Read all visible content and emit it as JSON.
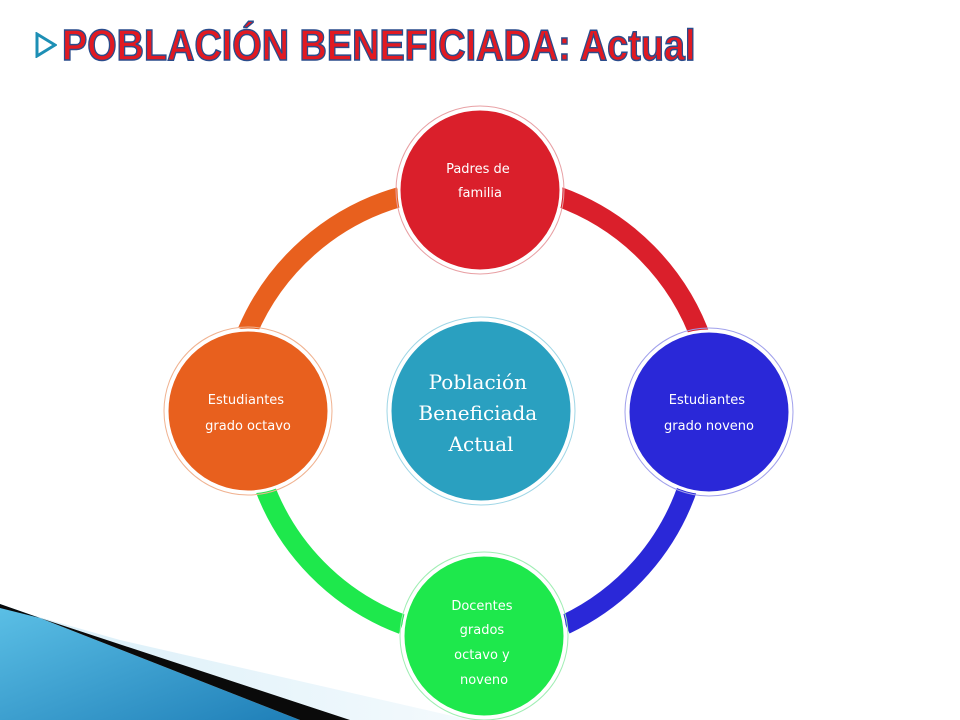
{
  "slide": {
    "title": "POBLACIÓN BENEFICIADA: Actual"
  },
  "diagram": {
    "center": {
      "lines": [
        "Población",
        "Beneficiada",
        "Actual"
      ],
      "color": "#2aa0c0"
    },
    "nodes": [
      {
        "key": "padres",
        "lines": [
          "Padres de",
          "familia"
        ],
        "color": "#da1f2b"
      },
      {
        "key": "noveno",
        "lines": [
          "Estudiantes",
          "grado noveno"
        ],
        "color": "#2a28d8"
      },
      {
        "key": "docentes",
        "lines": [
          "Docentes",
          "grados",
          "octavo y",
          "noveno"
        ],
        "color": "#1ee84c"
      },
      {
        "key": "octavo",
        "lines": [
          "Estudiantes",
          "grado  octavo"
        ],
        "color": "#e8601e"
      }
    ],
    "ring_colors": [
      "#da1f2b",
      "#2a28d8",
      "#1ee84c",
      "#e8601e"
    ]
  },
  "colors": {
    "title_fill": "#e11a22",
    "title_stroke": "#2a4c8c",
    "corner_accent": "#3aa6d6"
  }
}
